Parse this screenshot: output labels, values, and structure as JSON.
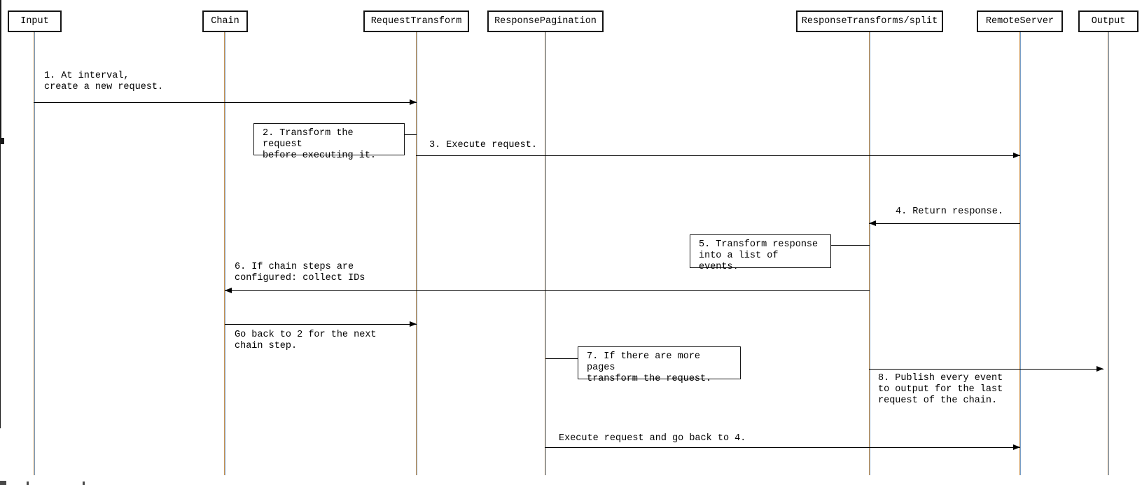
{
  "diagram_type": "sequence-diagram",
  "actors": [
    {
      "label": "Input"
    },
    {
      "label": "Chain"
    },
    {
      "label": "RequestTransform"
    },
    {
      "label": "ResponsePagination"
    },
    {
      "label": "ResponseTransforms/split"
    },
    {
      "label": "RemoteServer"
    },
    {
      "label": "Output"
    }
  ],
  "messages": [
    {
      "kind": "arrow",
      "from": "Input",
      "to": "RequestTransform",
      "label": "1. At interval,\ncreate a new request."
    },
    {
      "kind": "note",
      "on": "RequestTransform",
      "label": "2. Transform the request\nbefore executing it."
    },
    {
      "kind": "arrow",
      "from": "RequestTransform",
      "to": "RemoteServer",
      "label": "3. Execute request."
    },
    {
      "kind": "arrow",
      "from": "RemoteServer",
      "to": "ResponseTransforms/split",
      "label": "4. Return response."
    },
    {
      "kind": "note",
      "on": "ResponseTransforms/split",
      "label": "5. Transform response\ninto a list of events."
    },
    {
      "kind": "arrow",
      "from": "ResponseTransforms/split",
      "to": "Chain",
      "label": "6. If chain steps are\nconfigured: collect IDs"
    },
    {
      "kind": "arrow",
      "from": "Chain",
      "to": "RequestTransform",
      "label": "Go back to 2 for the next\nchain step."
    },
    {
      "kind": "note",
      "on": "ResponsePagination",
      "label": "7. If there are more pages\ntransform the request."
    },
    {
      "kind": "arrow",
      "from": "ResponseTransforms/split",
      "to": "Output",
      "label": "8. Publish every event\nto output for the last\nrequest of the chain."
    },
    {
      "kind": "arrow",
      "from": "ResponsePagination",
      "to": "RemoteServer",
      "label": "Execute request and go back to 4."
    }
  ],
  "colors": {
    "background": "#ffffff",
    "line": "#000000",
    "text": "#000000",
    "lifeline_fringe_left": "#c9924f",
    "lifeline_fringe_right": "#7aa0c9"
  }
}
